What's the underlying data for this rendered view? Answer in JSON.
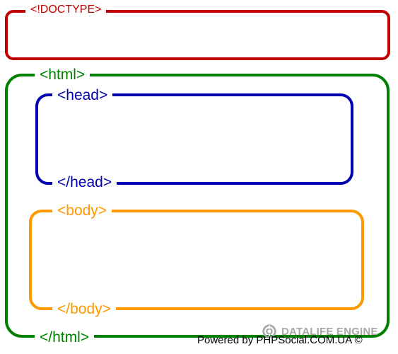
{
  "diagram": {
    "doctype": {
      "label": "<!DOCTYPE>",
      "color": "#c00000"
    },
    "html": {
      "open_label": "<html>",
      "close_label": "</html>",
      "color": "#008000"
    },
    "head": {
      "open_label": "<head>",
      "close_label": "</head>",
      "color": "#0000b0"
    },
    "body": {
      "open_label": "<body>",
      "close_label": "</body>",
      "color": "#ff9900"
    }
  },
  "watermark": {
    "text": "DATALIFE ENGINE",
    "icon": "datalife-engine-logo-icon"
  },
  "footer": {
    "powered_by": "Powered by PHPSocial.COM.UA ©"
  }
}
